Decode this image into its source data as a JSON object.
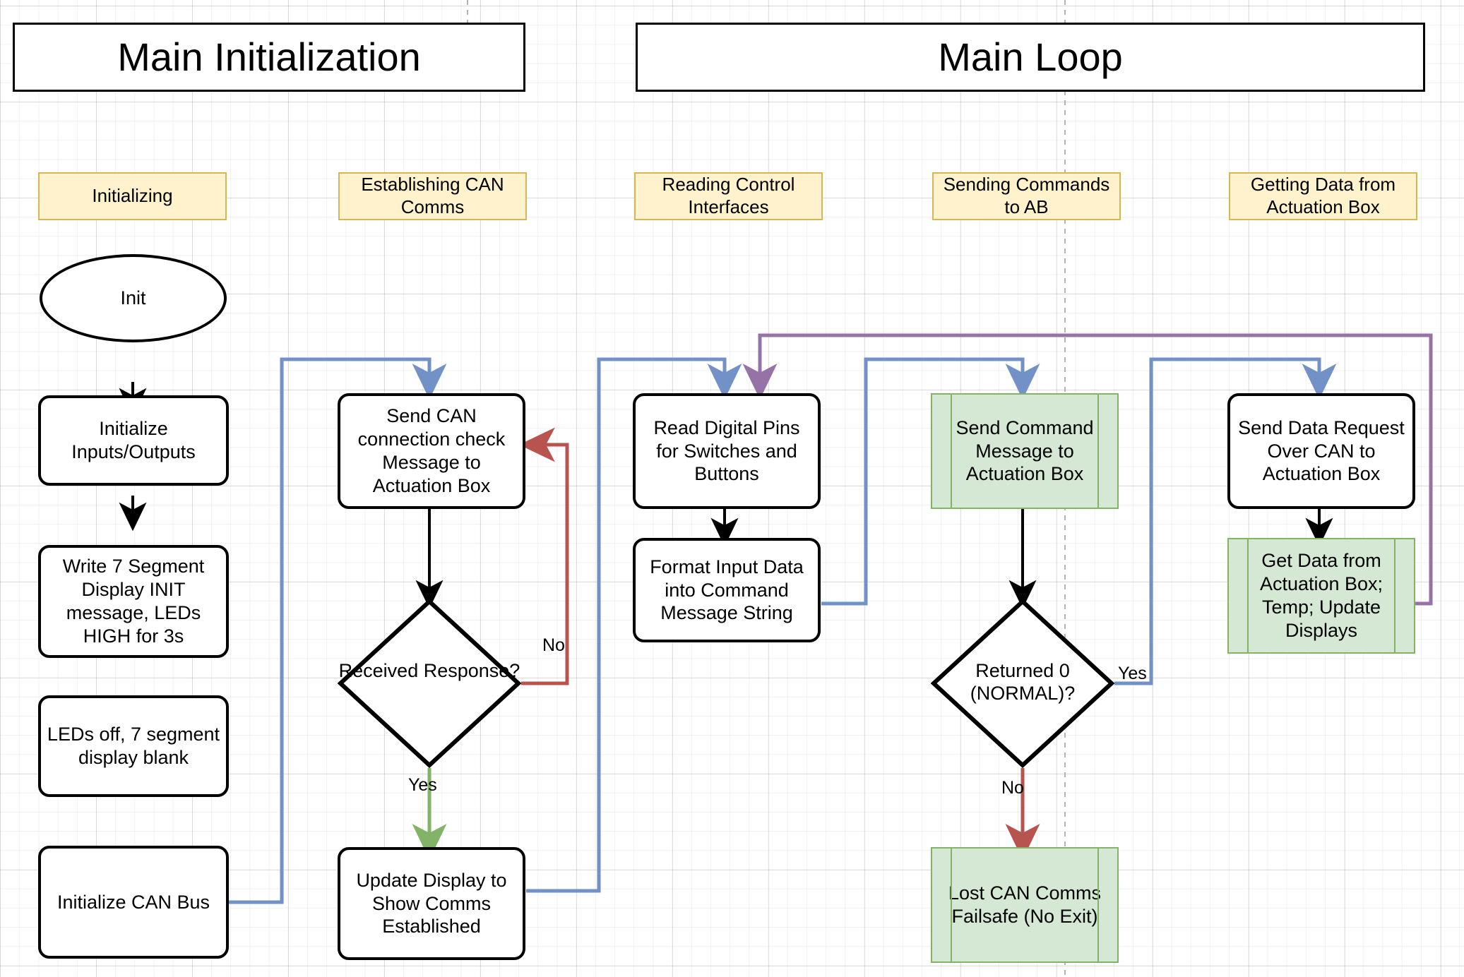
{
  "diagram": {
    "title": "Embedded Controller Flowchart",
    "colors": {
      "phase_fill": "#fff2cc",
      "phase_stroke": "#d6b656",
      "green_fill": "#d5e8d4",
      "green_stroke": "#82b366",
      "blue_edge": "#7292c7",
      "red_edge": "#b85450",
      "green_edge": "#82b366",
      "purple_edge": "#9673a6",
      "node_stroke": "#000000",
      "canvas": "#ffffff"
    }
  },
  "lanes": [
    {
      "id": "main-initialization",
      "label": "Main Initialization"
    },
    {
      "id": "main-loop",
      "label": "Main Loop"
    }
  ],
  "phases": [
    {
      "id": "initializing",
      "label": "Initializing"
    },
    {
      "id": "establishing-can-comms",
      "label": "Establishing CAN Comms"
    },
    {
      "id": "reading-control-interfaces",
      "label": "Reading Control Interfaces"
    },
    {
      "id": "sending-commands-to-ab",
      "label": "Sending Commands to AB"
    },
    {
      "id": "getting-data-from-actuation-box",
      "label": "Getting Data from Actuation Box"
    }
  ],
  "nodes": {
    "init": "Init",
    "initialize_io": "Initialize Inputs/Outputs",
    "write_7seg": "Write 7 Segment Display INIT message, LEDs HIGH for 3s",
    "leds_off": "LEDs off, 7 segment display blank",
    "initialize_can_bus": "Initialize CAN Bus",
    "send_can_check": "Send CAN connection check Message to Actuation Box",
    "received_response": "Received Response?",
    "update_display_comms": "Update Display to Show Comms Established",
    "read_digital_pins": "Read Digital Pins for Switches and Buttons",
    "format_input_data": "Format Input Data into Command Message String",
    "send_command_message": "Send Command Message to Actuation Box",
    "returned_normal": "Returned 0 (NORMAL)?",
    "lost_can_failsafe": "Lost CAN Comms Failsafe (No Exit)",
    "send_data_request": "Send Data Request Over CAN to Actuation Box",
    "get_data_update_displays": "Get Data from Actuation Box; Temp; Update Displays"
  },
  "edge_labels": {
    "no_response": "No",
    "yes_response": "Yes",
    "yes_returned": "Yes",
    "no_returned": "No"
  }
}
